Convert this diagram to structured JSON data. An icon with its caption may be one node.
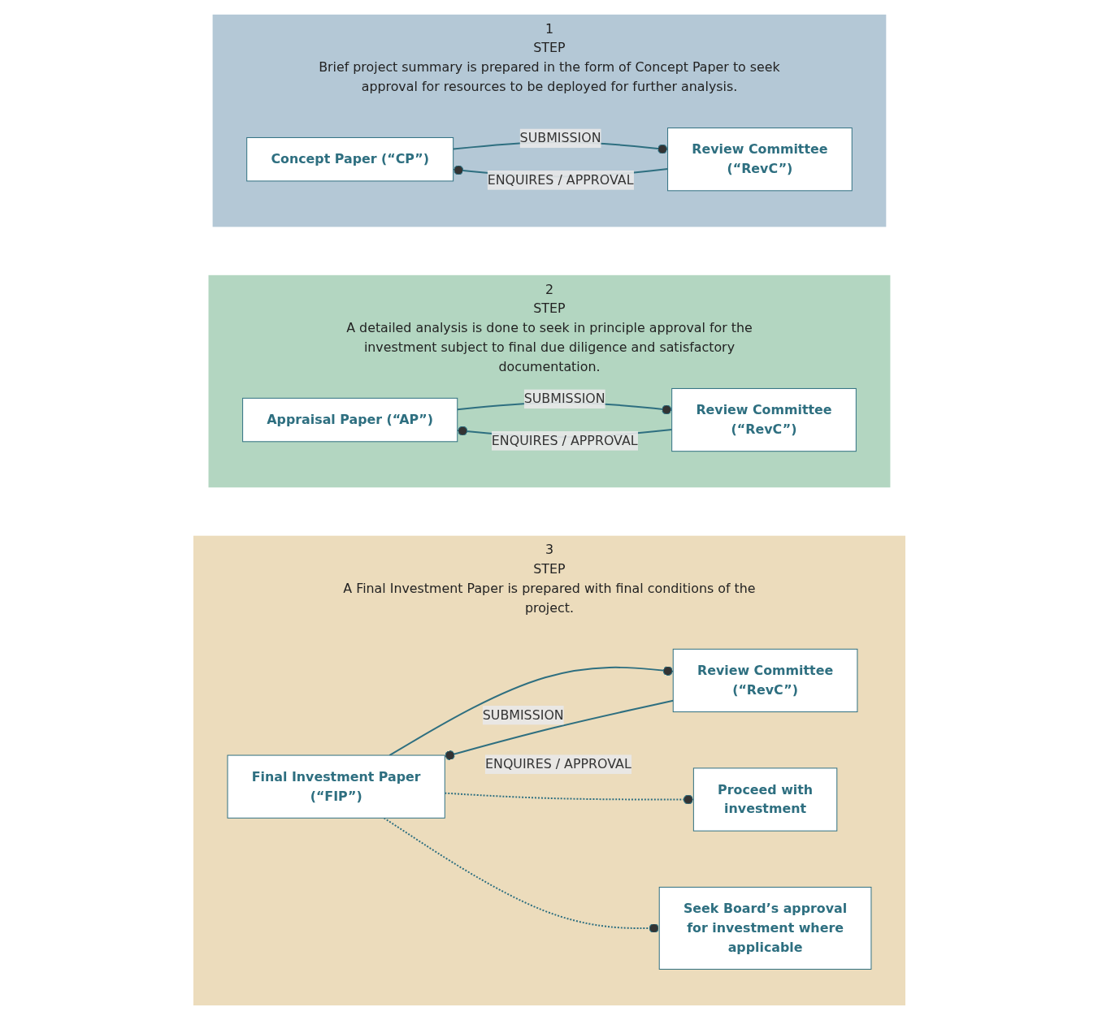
{
  "diagram": {
    "nodes": [
      {
        "text": [
          "STEP",
          "Brief project summary is prepared in the form of Concept Paper to seek approval for resources to be deployed for further analysis."
        ],
        "beside": [
          "1"
        ]
      },
      {
        "text": [
          "Concept Paper (“CP”)"
        ],
        "in": 0
      },
      {
        "text": [
          "Review Committee (“RevC”)"
        ],
        "in": 0
      },
      {
        "text": [
          "STEP",
          "A detailed analysis is done to seek in principle approval for the investment subject to final due diligence and satisfactory documentation."
        ],
        "beside": [
          "2"
        ]
      },
      {
        "text": [
          "Appraisal Paper (“AP”)"
        ],
        "in": 3
      },
      {
        "text": [
          "Review Committee (“RevC”)"
        ],
        "in": 3
      },
      {
        "text": [
          "STEP",
          "A Final Investment Paper is prepared with final conditions of the project."
        ],
        "beside": [
          "3"
        ]
      },
      {
        "text": [
          "Final Investment Paper (“FIP”)"
        ],
        "in": 6
      },
      {
        "text": [
          "Review Committee (“RevC”)"
        ],
        "in": 6
      },
      {
        "text": [
          "Proceed with investment"
        ],
        "in": 6
      },
      {
        "text": [
          "Seek Board’s approval for investment where applicable"
        ],
        "in": 6
      }
    ],
    "edges": [
      {
        "from": 1,
        "to": 2,
        "arrow": "other",
        "label": "SUBMISSION"
      },
      {
        "from": 2,
        "to": 1,
        "arrow": "other",
        "label": "ENQUIRES / APPROVAL"
      },
      {
        "from": 4,
        "to": 5,
        "arrow": "other",
        "label": "SUBMISSION"
      },
      {
        "from": 5,
        "to": 4,
        "arrow": "other",
        "label": "ENQUIRES / APPROVAL"
      },
      {
        "from": 7,
        "to": 8,
        "arrow": "other",
        "label": "SUBMISSION"
      },
      {
        "from": 8,
        "to": 7,
        "arrow": "other",
        "label": "ENQUIRES / APPROVAL"
      },
      {
        "from": 7,
        "to": 9,
        "arrow": "other",
        "style": "dashed"
      },
      {
        "from": 7,
        "to": 10,
        "arrow": "other",
        "style": "dashed"
      }
    ]
  }
}
